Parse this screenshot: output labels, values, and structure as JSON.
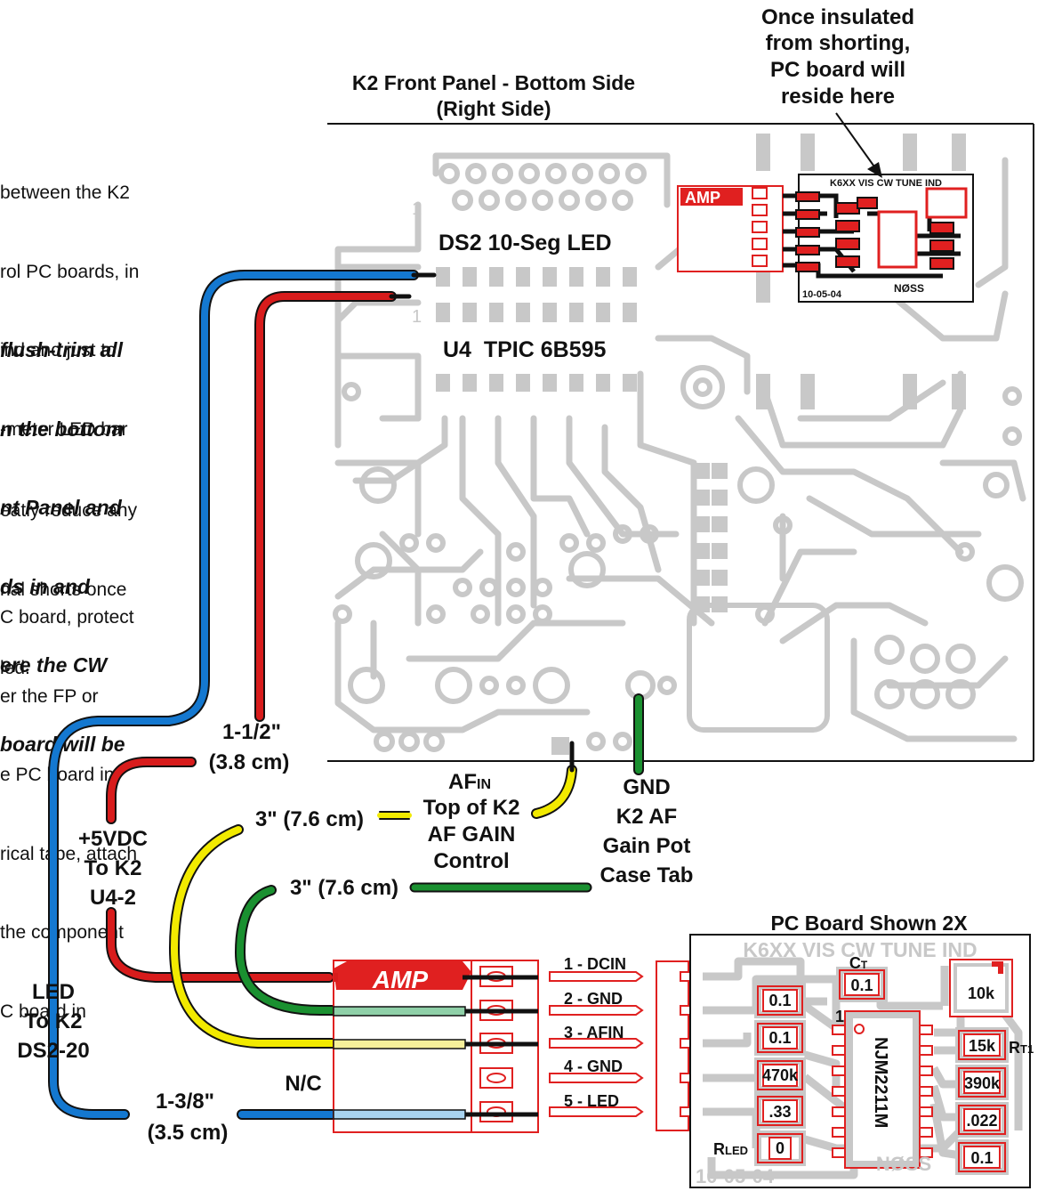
{
  "colors": {
    "trace": "#c8c8c8",
    "blue_wire": "#1478d0",
    "red_wire": "#d81c1c",
    "yellow_wire": "#f2ea00",
    "green_wire": "#1a9030",
    "component_red": "#e02020",
    "text": "#111111"
  },
  "side_text": {
    "p1": [
      "between the K2",
      "rol PC boards, in",
      "ind and just to",
      "-meter LED bar"
    ],
    "p2_bold": [
      "flush-trim all",
      "n the bottom",
      "nt Panel and",
      "ds in and",
      "ere the CW",
      "board will be"
    ],
    "p2_regular": [
      "eatly reduce any",
      "nal shorts once",
      "led."
    ],
    "p3": [
      "C board, protect",
      "er the FP or",
      "e PC board in",
      "rical tape, attach",
      "the component",
      "C board in"
    ]
  },
  "front_panel": {
    "title": "K2 Front Panel - Bottom Side",
    "subtitle": "(Right Side)",
    "ds2_label": "DS2 10-Seg LED",
    "u4_label": "U4  TPIC 6B595",
    "pin1_ds2": "1",
    "pin1_u4": "1"
  },
  "insulated_note": [
    "Once insulated",
    "from shorting,",
    "PC board will",
    "reside here"
  ],
  "small_board": {
    "title": "K6XX VIS CW TUNE IND",
    "date": "10-05-04",
    "maker": "NØSS",
    "connector": "AMP"
  },
  "wires": {
    "blue_length": [
      "1-3/8\"",
      "(3.5 cm)"
    ],
    "blue_dest": [
      "LED",
      "To K2",
      "DS2-20"
    ],
    "red_length": [
      "1-1/2\"",
      "(3.8 cm)"
    ],
    "red_dest": [
      "+5VDC",
      "To K2",
      "U4-2"
    ],
    "yellow_length": "3\" (7.6 cm)",
    "yellow_dest_prefix": "AF",
    "yellow_dest_sub": "IN",
    "yellow_dest": [
      "Top of K2",
      "AF GAIN",
      "Control"
    ],
    "green_length": "3\" (7.6 cm)",
    "green_dest": [
      "GND",
      "K2 AF",
      "Gain Pot",
      "Case Tab"
    ],
    "nc": "N/C"
  },
  "connector": {
    "label": "AMP",
    "pins": [
      "1 - DCIN",
      "2 - GND",
      "3 - AFIN",
      "4 - GND",
      "5 - LED"
    ]
  },
  "big_board": {
    "heading": "PC Board Shown 2X",
    "title": "K6XX VIS CW TUNE IND",
    "ct_label": "C",
    "ct_sub": "T",
    "ct_value": "0.1",
    "pot_value": "10k",
    "rt1_label": "R",
    "rt1_sub": "T1",
    "rled_label": "R",
    "rled_sub": "LED",
    "ic_name": "NJM2211M",
    "pin1": "1",
    "left_parts": [
      "0.1",
      "0.1",
      "470k",
      ".33",
      "0"
    ],
    "right_parts": [
      "15k",
      "390k",
      ".022",
      "0.1"
    ],
    "date": "10-05-04",
    "maker": "NØSS"
  }
}
